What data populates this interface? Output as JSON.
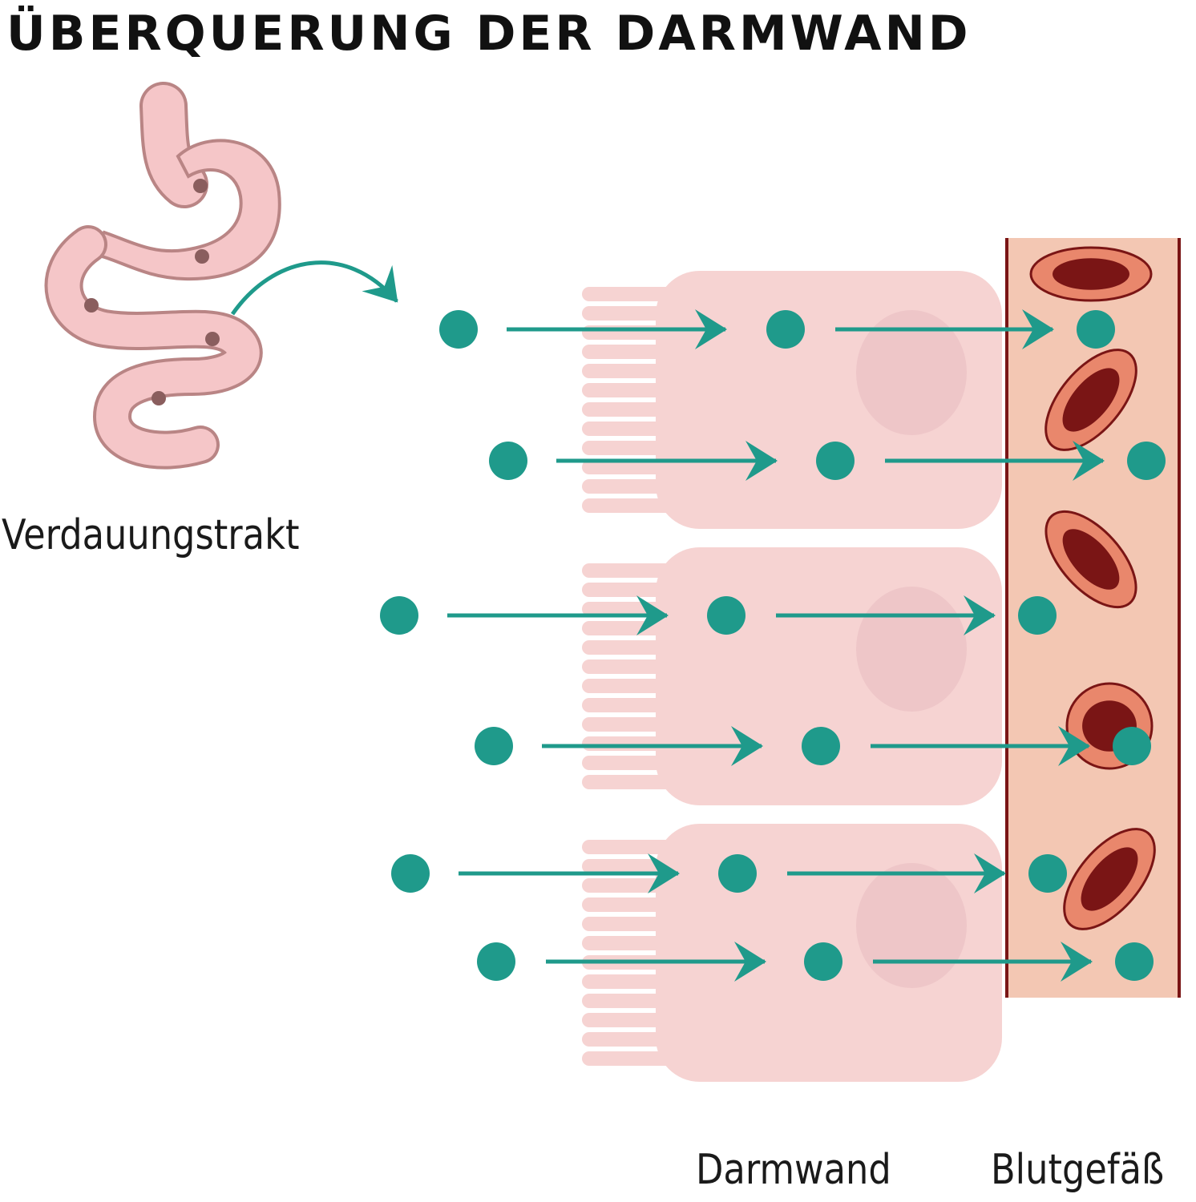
{
  "title": "ÜBERQUERUNG DER DARMWAND",
  "labels": {
    "digestive_tract": "Verdauungstrakt",
    "intestinal_wall": "Darmwand",
    "blood_vessel": "Blutgefäß"
  },
  "colors": {
    "teal": "#1f9a8b",
    "organ_fill": "#f5c6c8",
    "organ_stroke": "#b98585",
    "organ_dot": "#8a5e5e",
    "cell_fill": "#f6d3d2",
    "nucleus": "#eec6c8",
    "vessel_fill": "#f3c7b3",
    "vessel_wall": "#7a1515",
    "rbc_outer": "#e9876c",
    "rbc_inner": "#7a1515"
  },
  "flow": {
    "particle_count": 18,
    "cell_count": 3
  }
}
